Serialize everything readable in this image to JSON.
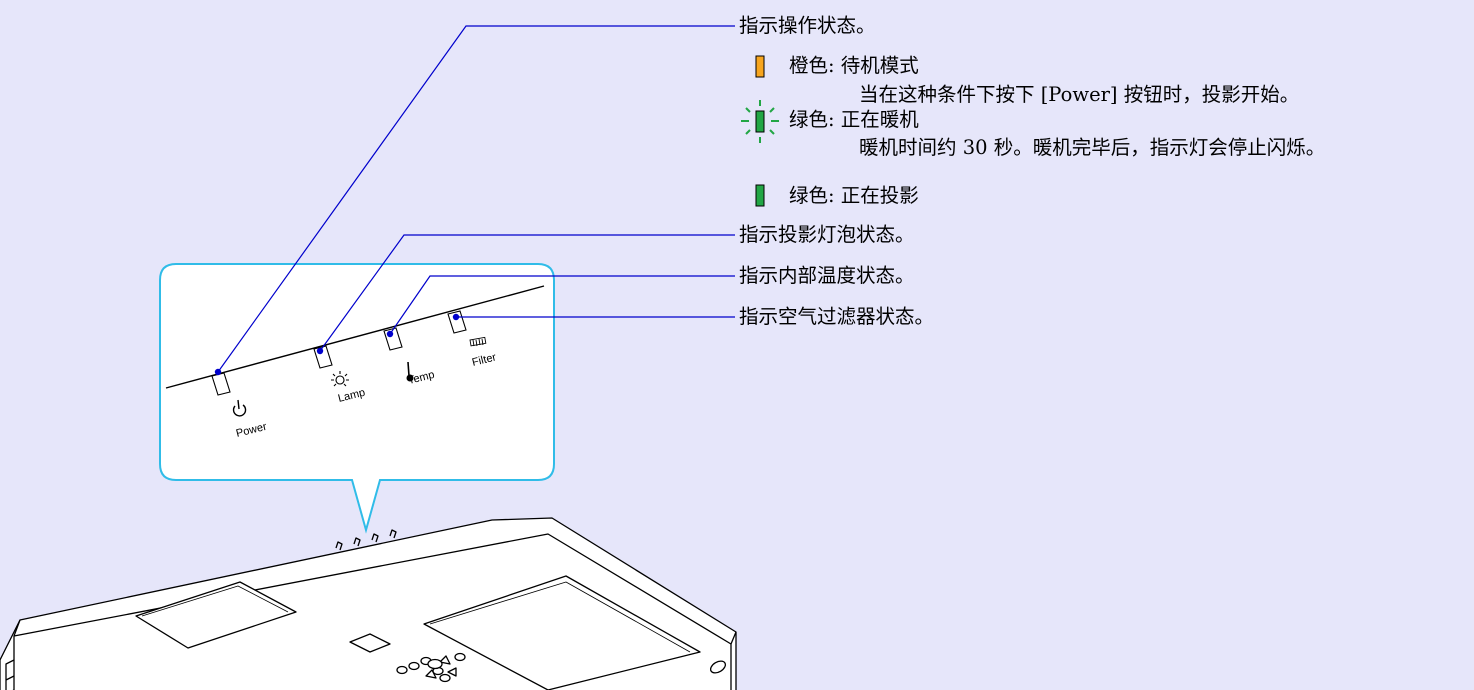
{
  "callouts": {
    "power_status": "指示操作状态。",
    "lamp_status": "指示投影灯泡状态。",
    "temp_status": "指示内部温度状态。",
    "filter_status": "指示空气过滤器状态。"
  },
  "states": [
    {
      "icon": "orange-indicator-icon",
      "color": "#f7a51e",
      "label": "橙色: 待机模式",
      "detail": "当在这种条件下按下 [Power] 按钮时，投影开始。"
    },
    {
      "icon": "green-flashing-indicator-icon",
      "color": "#22a645",
      "label": "绿色: 正在暖机",
      "detail": "暖机时间约 30 秒。暖机完毕后，指示灯会停止闪烁。"
    },
    {
      "icon": "green-indicator-icon",
      "color": "#22a645",
      "label": "绿色: 正在投影",
      "detail": ""
    }
  ],
  "panel": {
    "power_label": "Power",
    "lamp_label": "Lamp",
    "temp_label": "Temp",
    "filter_label": "Filter"
  },
  "colors": {
    "background": "#e6e6fa",
    "leader_line": "#0000cc",
    "callout_border": "#30bce8"
  }
}
